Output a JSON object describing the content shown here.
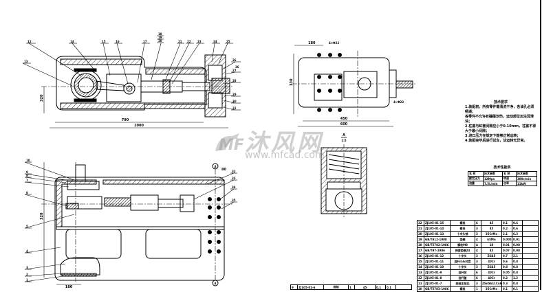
{
  "drawing": {
    "type": "pump assembly CAD drawing",
    "watermark": {
      "brand": "沐风网",
      "url": "www.mfcad.com"
    }
  },
  "technical_requirements": {
    "title": "技术要求",
    "items": [
      "1.装配前，所有零件需清洗干净，各油孔必须畅通；",
      "各零件不允许有磕碰划伤，运动部位加注润滑油；",
      "2.柱塞与缸套间隙应小于0.10mm，柱塞不得",
      "大于最小间隙；",
      "3.进口压力在规定下能够正常运转；",
      "4.装配完毕后进行试车，试运转无异常。"
    ]
  },
  "parameters_table": {
    "title": "技术性能表",
    "rows": [
      [
        "名 称",
        "技术参数",
        "名 称",
        "技术参数"
      ],
      [
        "额定压力",
        "12Mpa",
        "转速",
        "300r/min"
      ],
      [
        "流量",
        "7.5L/min",
        "功率",
        "11kW"
      ]
    ]
  },
  "bom": {
    "rows": [
      [
        "22",
        "ZJ105-01-15",
        "螺栓",
        "6",
        "45",
        "0.1",
        "0.6"
      ],
      [
        "21",
        "ZJ105-01-14",
        "螺母",
        "3",
        "45",
        "0.2",
        "0.6"
      ],
      [
        "20",
        "ZJ105-01-13",
        "十字头销",
        "3",
        "35CrMo",
        "2.1",
        "6.3"
      ],
      [
        "19",
        "GB/T812-1988",
        "垫圈",
        "4",
        "65Mn",
        "0.005",
        "0.01"
      ],
      [
        "18",
        "GB/T5782-1986",
        "螺栓M8",
        "4",
        "10",
        "0.01",
        "0.08"
      ],
      [
        "17",
        "GB/T97-1986",
        "弹簧垫圈24",
        "4",
        "45",
        "0.07",
        "0.08"
      ],
      [
        "16",
        "ZJ105-01-12",
        "十字头",
        "3",
        "ZG45",
        "0.7",
        "2.1"
      ],
      [
        "15",
        "ZJ105-01-11",
        "连杆小头衬套",
        "3",
        "40Cr",
        "0.6",
        "0.8"
      ],
      [
        "14",
        "ZJ105-01-10",
        "十字头",
        "3",
        "ZG45",
        "0.8",
        "0.8"
      ],
      [
        "13",
        "ZJ105-01-9",
        "连杆体",
        "6",
        "40Cr",
        "0.05",
        "0.8"
      ],
      [
        "12",
        "ZJ105-01-8",
        "连杆盖",
        "6",
        "40Cr",
        "0.2",
        "1.2"
      ],
      [
        "11",
        "ZJ105-01-7",
        "曲轴主轴瓦",
        "3",
        "ZSnSb11Cu6",
        "0.3",
        "0.8"
      ],
      [
        "10",
        "GB/T5783-1986",
        "螺栓",
        "1",
        "35CrMo",
        "0.1",
        "0.1"
      ]
    ],
    "lower_row": [
      "9",
      "ZJ105-01-6",
      "曲轴",
      "1",
      "45",
      "0.1",
      "0.1"
    ]
  },
  "views": {
    "front_section": {
      "callouts": [
        "12",
        "13",
        "14",
        "15",
        "16",
        "17",
        "18",
        "19",
        "20",
        "21",
        "22",
        "23",
        "24",
        "25",
        "26",
        "27",
        "28",
        "29",
        "30",
        "31",
        "32",
        "33",
        "34",
        "35",
        "36"
      ],
      "dims": [
        "790",
        "1000",
        "320"
      ]
    },
    "side_view": {
      "dims": [
        "180",
        "4×Φ22",
        "330",
        "450",
        "600",
        "4×Φ22"
      ]
    },
    "top_section": {
      "callouts": [
        "10",
        "9",
        "8",
        "7",
        "6",
        "5",
        "4",
        "3",
        "2",
        "1"
      ],
      "dims": [
        "180",
        "320",
        "80"
      ],
      "section_marks": [
        "A",
        "A"
      ]
    },
    "valve_detail": {
      "label": "A",
      "scale": "1:5"
    }
  }
}
